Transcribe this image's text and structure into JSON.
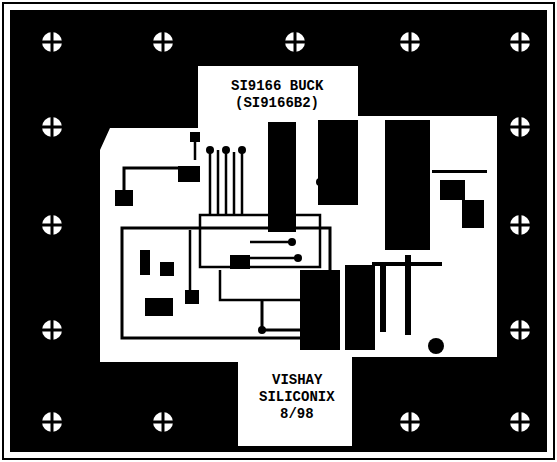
{
  "diagram": {
    "labels": [
      "SI9166 BUCK",
      "(SI9166B2)",
      "VISHAY",
      "SILICONIX",
      "8/98"
    ]
  }
}
